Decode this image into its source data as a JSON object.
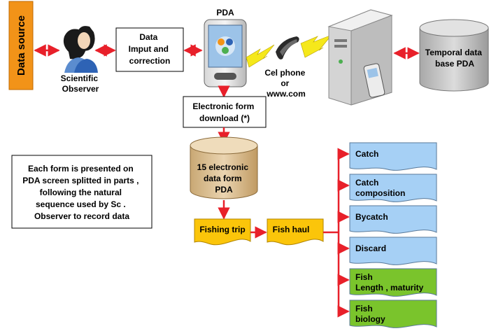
{
  "data_source": "Data source",
  "observer": [
    "Scientific",
    "Observer"
  ],
  "data_input_box": [
    "Data",
    "Imput and",
    "correction"
  ],
  "pda_label": "PDA",
  "cel_phone": [
    "Cel phone",
    "or",
    "www.com"
  ],
  "temporal_db": [
    "Temporal data",
    "base PDA"
  ],
  "download_box": [
    "Electronic form",
    "download (*)"
  ],
  "electronic_forms_db": [
    "15 electronic",
    "data form",
    "PDA"
  ],
  "note_box": [
    "Each form is presented on",
    "PDA screen splitted in parts ,",
    "following the natural",
    "sequence used by Sc .",
    "Observer to record data"
  ],
  "fishing_trip": "Fishing trip",
  "fish_haul": "Fish haul",
  "forms": [
    {
      "lines": [
        "Catch"
      ],
      "color": "#a6d0f5"
    },
    {
      "lines": [
        "Catch",
        "composition"
      ],
      "color": "#a6d0f5"
    },
    {
      "lines": [
        "Bycatch"
      ],
      "color": "#a6d0f5"
    },
    {
      "lines": [
        "Discard"
      ],
      "color": "#a6d0f5"
    },
    {
      "lines": [
        "Fish",
        "Length , maturity"
      ],
      "color": "#7ac42c"
    },
    {
      "lines": [
        "Fish",
        "biology"
      ],
      "color": "#7ac42c"
    }
  ],
  "colors": {
    "data_source_fill": "#f29318",
    "arrow": "#e8202a",
    "yellow_doc": "#fbc50a",
    "cylinder_tan": "#e2c69c",
    "cylinder_gray": "#c8c8c8",
    "lightning": "#f5e81b"
  }
}
